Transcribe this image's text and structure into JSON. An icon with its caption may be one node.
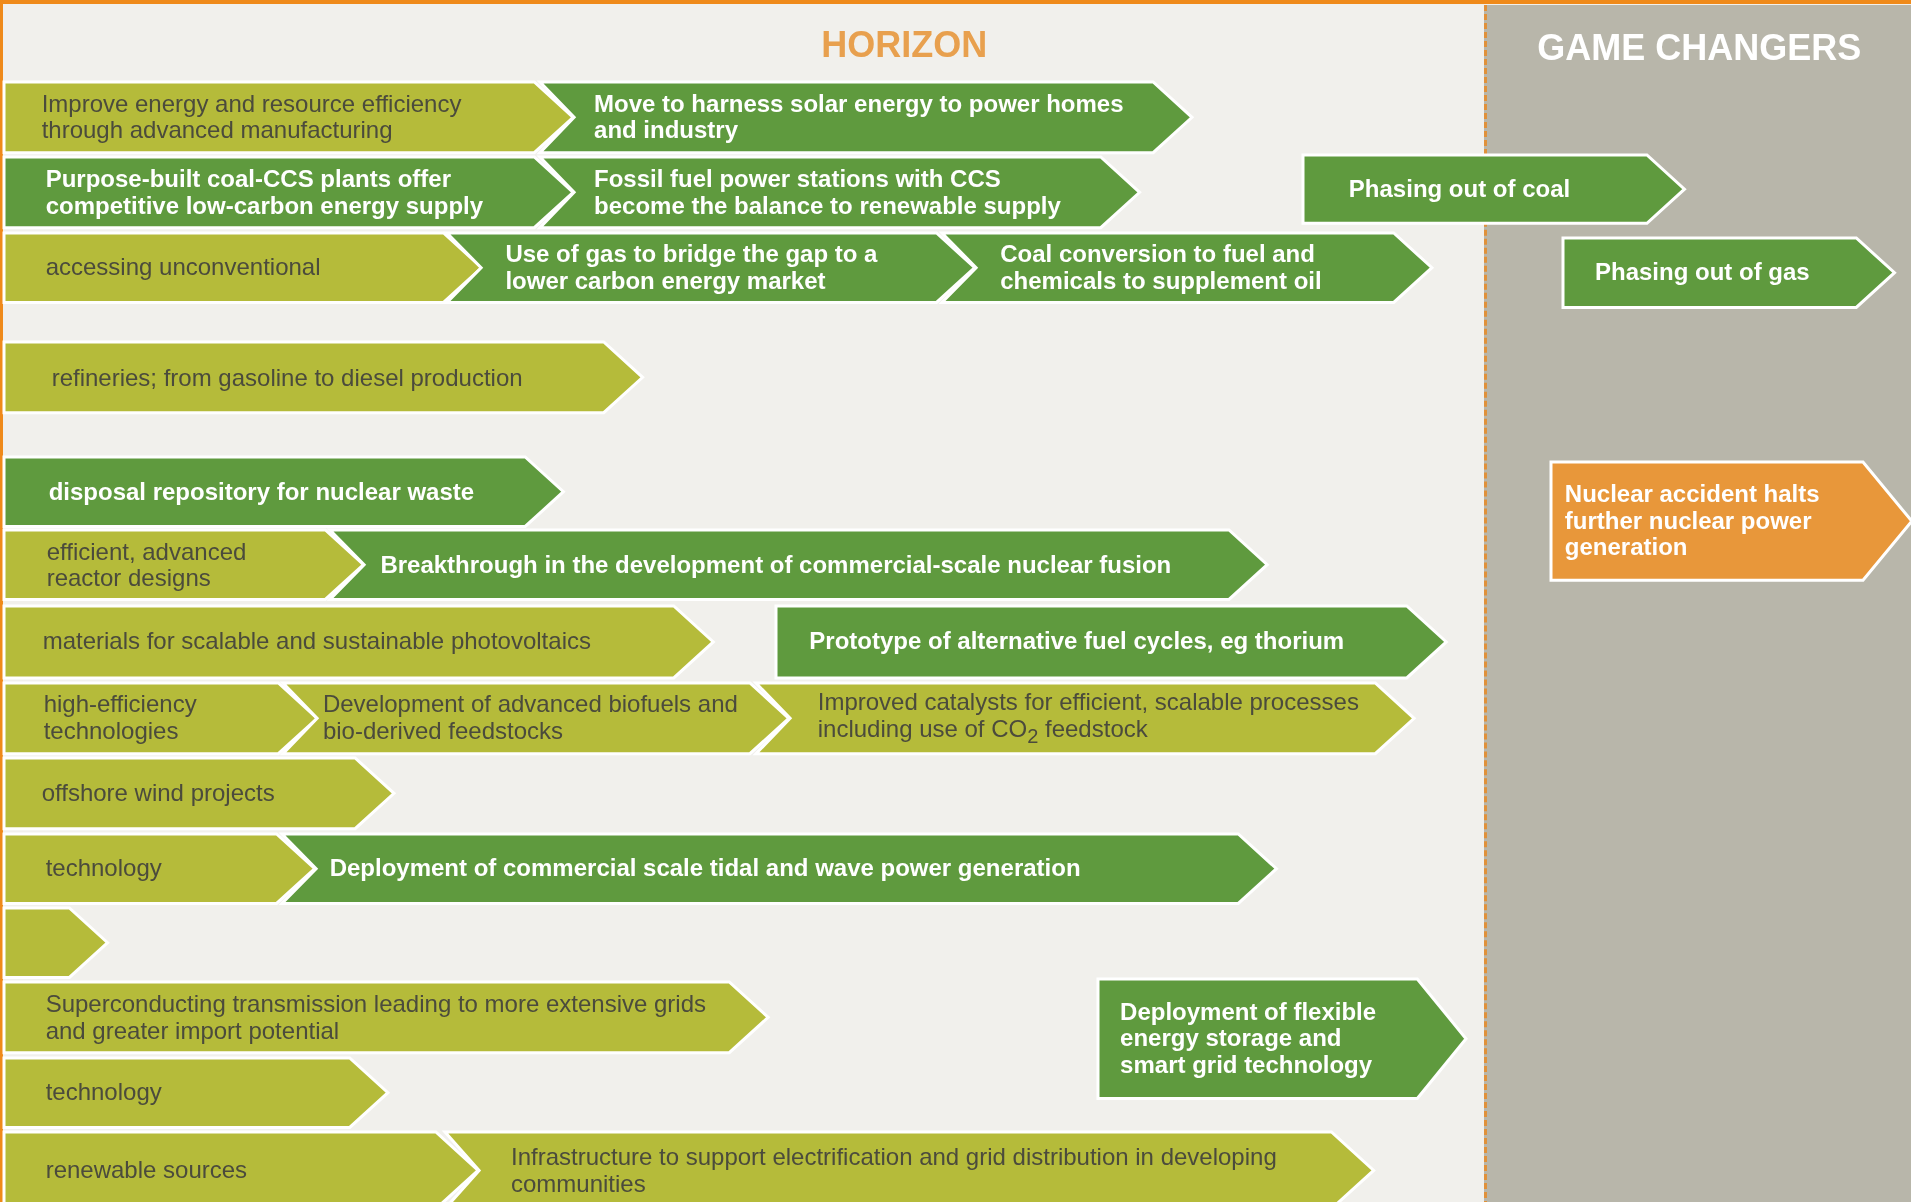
{
  "diagram": {
    "nodes": [
      {
        "text": [
          "GAME CHANGERS"
        ]
      },
      {
        "text": [
          "Improve energy and resource efficiency through advanced manufacturing"
        ]
      },
      {
        "text": [
          "Move to harness solar energy to power homes and industry"
        ]
      },
      {
        "text": [
          "Purpose-built coal-CCS plants offer competitive low-carbon energy supply"
        ]
      },
      {
        "text": [
          "Fossil fuel power stations with CCS become the balance to renewable supply"
        ]
      },
      {
        "text": [
          "Phasing out of coal"
        ]
      },
      {
        "text": [
          "accessing unconventional"
        ]
      },
      {
        "text": [
          "Use of gas to bridge the gap to a lower carbon energy market"
        ]
      },
      {
        "text": [
          "Coal conversion to fuel and chemicals to supplement oil"
        ]
      },
      {
        "text": [
          "Phasing out of gas"
        ],
        "in": 0
      },
      {
        "text": [
          "refineries; from gasoline to diesel production"
        ]
      },
      {
        "text": [
          "disposal repository for nuclear waste"
        ]
      },
      {
        "text": [
          "Nuclear accident halts further nuclear power generation"
        ],
        "in": 0
      },
      {
        "text": [
          "efficient, advanced reactor designs"
        ]
      },
      {
        "text": [
          "Breakthrough in the development of commercial-scale nuclear fusion"
        ]
      },
      {
        "text": [
          "materials for scalable and sustainable photovoltaics"
        ]
      },
      {
        "text": [
          "Prototype of alternative fuel cycles, eg thorium"
        ]
      },
      {
        "text": [
          "high-efficiency technologies"
        ]
      },
      {
        "text": [
          "Development of advanced biofuels and bio-derived feedstocks"
        ]
      },
      {
        "text": [
          "Improved catalysts for efficient, scalable processes including use of CO$_{2}$ feedstock"
        ]
      },
      {
        "text": [
          "offshore wind projects"
        ]
      },
      {
        "text": [
          "technology"
        ]
      },
      {
        "text": [
          "Deployment of commercial scale tidal and wave power generation"
        ]
      },
      {
        "text": [],
        "shape": "arrow"
      },
      {
        "text": [
          "Superconducting transmission leading to more extensive grids and greater import potential"
        ]
      },
      {
        "text": [
          "Deployment of flexible energy storage and smart grid technology"
        ]
      },
      {
        "text": [
          "technology"
        ]
      },
      {
        "text": [
          "renewable sources"
        ]
      },
      {
        "text": [
          "Infrastructure to support electrification and grid distribution in developing communities"
        ]
      }
    ],
    "labels": [
      "HORIZON"
    ]
  }
}
